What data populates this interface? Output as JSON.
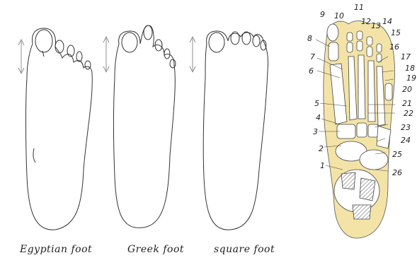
{
  "captions": {
    "egyptian": "Egyptian foot",
    "greek": "Greek foot",
    "square": "square foot"
  },
  "colors": {
    "background": "#ffffff",
    "sole": "#f3e3a6",
    "ink": "#333333"
  },
  "labels": [
    "1",
    "2",
    "3",
    "4",
    "5",
    "6",
    "7",
    "8",
    "9",
    "10",
    "11",
    "12",
    "13",
    "14",
    "15",
    "16",
    "17",
    "18",
    "19",
    "20",
    "21",
    "22",
    "23",
    "24",
    "25",
    "26"
  ]
}
